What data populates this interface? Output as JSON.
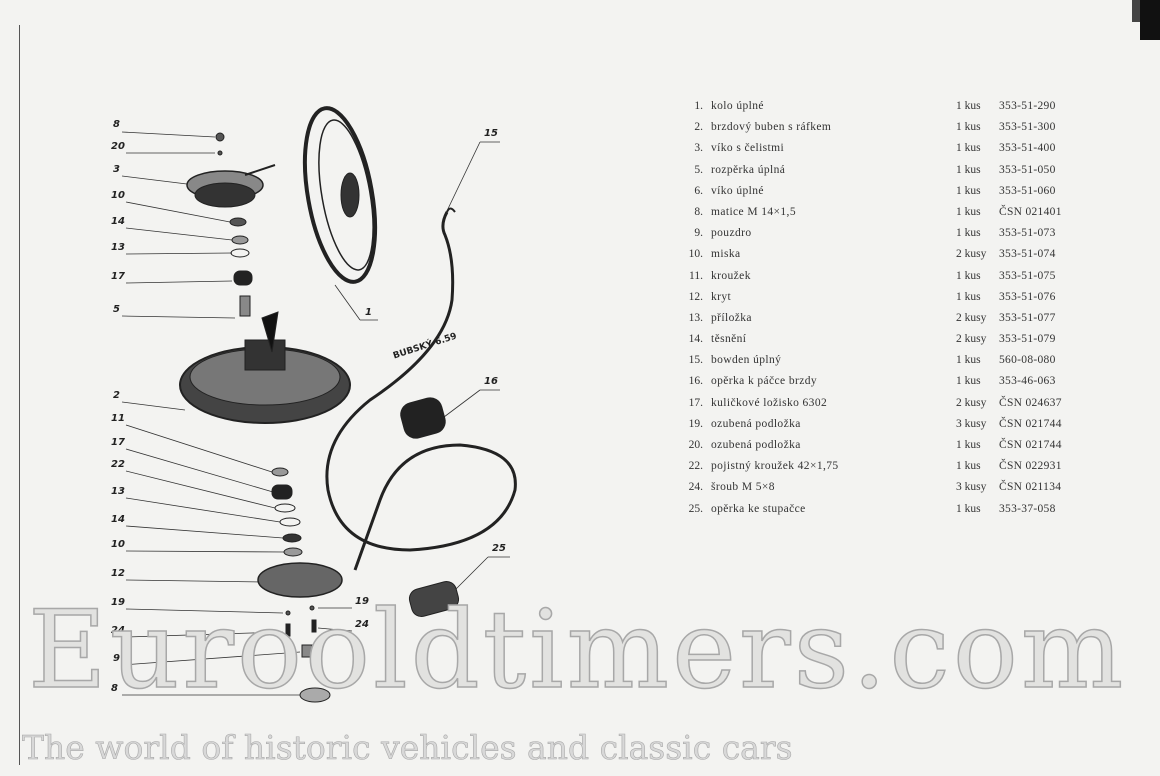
{
  "diagram": {
    "callouts_left": [
      "8",
      "20",
      "3",
      "10",
      "14",
      "13",
      "17",
      "5",
      "2",
      "11",
      "17",
      "22",
      "13",
      "14",
      "10",
      "12",
      "19",
      "24",
      "9",
      "8"
    ],
    "callouts_right": [
      "19",
      "24",
      "1",
      "15",
      "16",
      "25"
    ],
    "handwritten_note": "BUBSKÝ 6.59"
  },
  "parts": [
    {
      "no": "1.",
      "name": "kolo úplné",
      "qty": "1 kus",
      "code": "353-51-290"
    },
    {
      "no": "2.",
      "name": "brzdový buben s ráfkem",
      "qty": "1 kus",
      "code": "353-51-300"
    },
    {
      "no": "3.",
      "name": "víko s čelistmi",
      "qty": "1 kus",
      "code": "353-51-400"
    },
    {
      "no": "5.",
      "name": "rozpěrka úplná",
      "qty": "1 kus",
      "code": "353-51-050"
    },
    {
      "no": "6.",
      "name": "víko úplné",
      "qty": "1 kus",
      "code": "353-51-060"
    },
    {
      "no": "8.",
      "name": "matice M 14×1,5",
      "qty": "1 kus",
      "code": "ČSN 021401"
    },
    {
      "no": "9.",
      "name": "pouzdro",
      "qty": "1 kus",
      "code": "353-51-073"
    },
    {
      "no": "10.",
      "name": "miska",
      "qty": "2 kusy",
      "code": "353-51-074"
    },
    {
      "no": "11.",
      "name": "kroužek",
      "qty": "1 kus",
      "code": "353-51-075"
    },
    {
      "no": "12.",
      "name": "kryt",
      "qty": "1 kus",
      "code": "353-51-076"
    },
    {
      "no": "13.",
      "name": "příložka",
      "qty": "2 kusy",
      "code": "353-51-077"
    },
    {
      "no": "14.",
      "name": "těsnění",
      "qty": "2 kusy",
      "code": "353-51-079"
    },
    {
      "no": "15.",
      "name": "bowden úplný",
      "qty": "1 kus",
      "code": "560-08-080"
    },
    {
      "no": "16.",
      "name": "opěrka k páčce brzdy",
      "qty": "1 kus",
      "code": "353-46-063"
    },
    {
      "no": "17.",
      "name": "kuličkové ložisko 6302",
      "qty": "2 kusy",
      "code": "ČSN 024637"
    },
    {
      "no": "19.",
      "name": "ozubená podložka",
      "qty": "3 kusy",
      "code": "ČSN 021744"
    },
    {
      "no": "20.",
      "name": "ozubená podložka",
      "qty": "1 kus",
      "code": "ČSN 021744"
    },
    {
      "no": "22.",
      "name": "pojistný kroužek 42×1,75",
      "qty": "1 kus",
      "code": "ČSN 022931"
    },
    {
      "no": "24.",
      "name": "šroub M 5×8",
      "qty": "3 kusy",
      "code": "ČSN 021134"
    },
    {
      "no": "25.",
      "name": "opěrka ke stupačce",
      "qty": "1 kus",
      "code": "353-37-058"
    }
  ],
  "watermark": {
    "title": "Eurooldtimers.com",
    "tagline": "The world of historic vehicles and classic cars"
  }
}
